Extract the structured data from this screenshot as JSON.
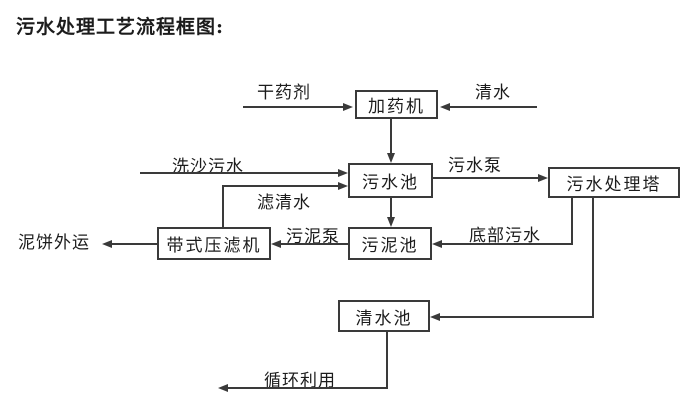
{
  "title": "污水处理工艺流程框图:",
  "nodes": {
    "dosing_machine": "加药机",
    "sewage_pool": "污水池",
    "treatment_tower": "污水处理塔",
    "sludge_pool": "污泥池",
    "belt_filter_press": "带式压滤机",
    "clean_water_pool": "清水池"
  },
  "flow_labels": {
    "dry_agent": "干药剂",
    "clean_water_in": "清水",
    "sand_wash_sewage": "洗沙污水",
    "sewage_pump": "污水泵",
    "filtered_water": "滤清水",
    "sludge_pump": "污泥泵",
    "mud_cake_out": "泥饼外运",
    "bottom_sewage": "底部污水",
    "recycle_use": "循环利用"
  },
  "edges": [
    {
      "from": "干药剂",
      "to": "加药机"
    },
    {
      "from": "清水",
      "to": "加药机"
    },
    {
      "from": "加药机",
      "to": "污水池"
    },
    {
      "from": "洗沙污水",
      "to": "污水池"
    },
    {
      "from": "污水池",
      "to": "污水处理塔",
      "label": "污水泵"
    },
    {
      "from": "污水池",
      "to": "污泥池"
    },
    {
      "from": "污水处理塔",
      "to": "污泥池",
      "label": "底部污水"
    },
    {
      "from": "污水处理塔",
      "to": "清水池"
    },
    {
      "from": "污泥池",
      "to": "带式压滤机",
      "label": "污泥泵"
    },
    {
      "from": "带式压滤机",
      "to": "污水池",
      "label": "滤清水"
    },
    {
      "from": "带式压滤机",
      "to": "泥饼外运"
    },
    {
      "from": "清水池",
      "to": "循环利用"
    }
  ],
  "colors": {
    "line": "#3a3a3a",
    "box_border": "#3a3a3a",
    "text": "#1c1c1c",
    "background": "#ffffff"
  }
}
